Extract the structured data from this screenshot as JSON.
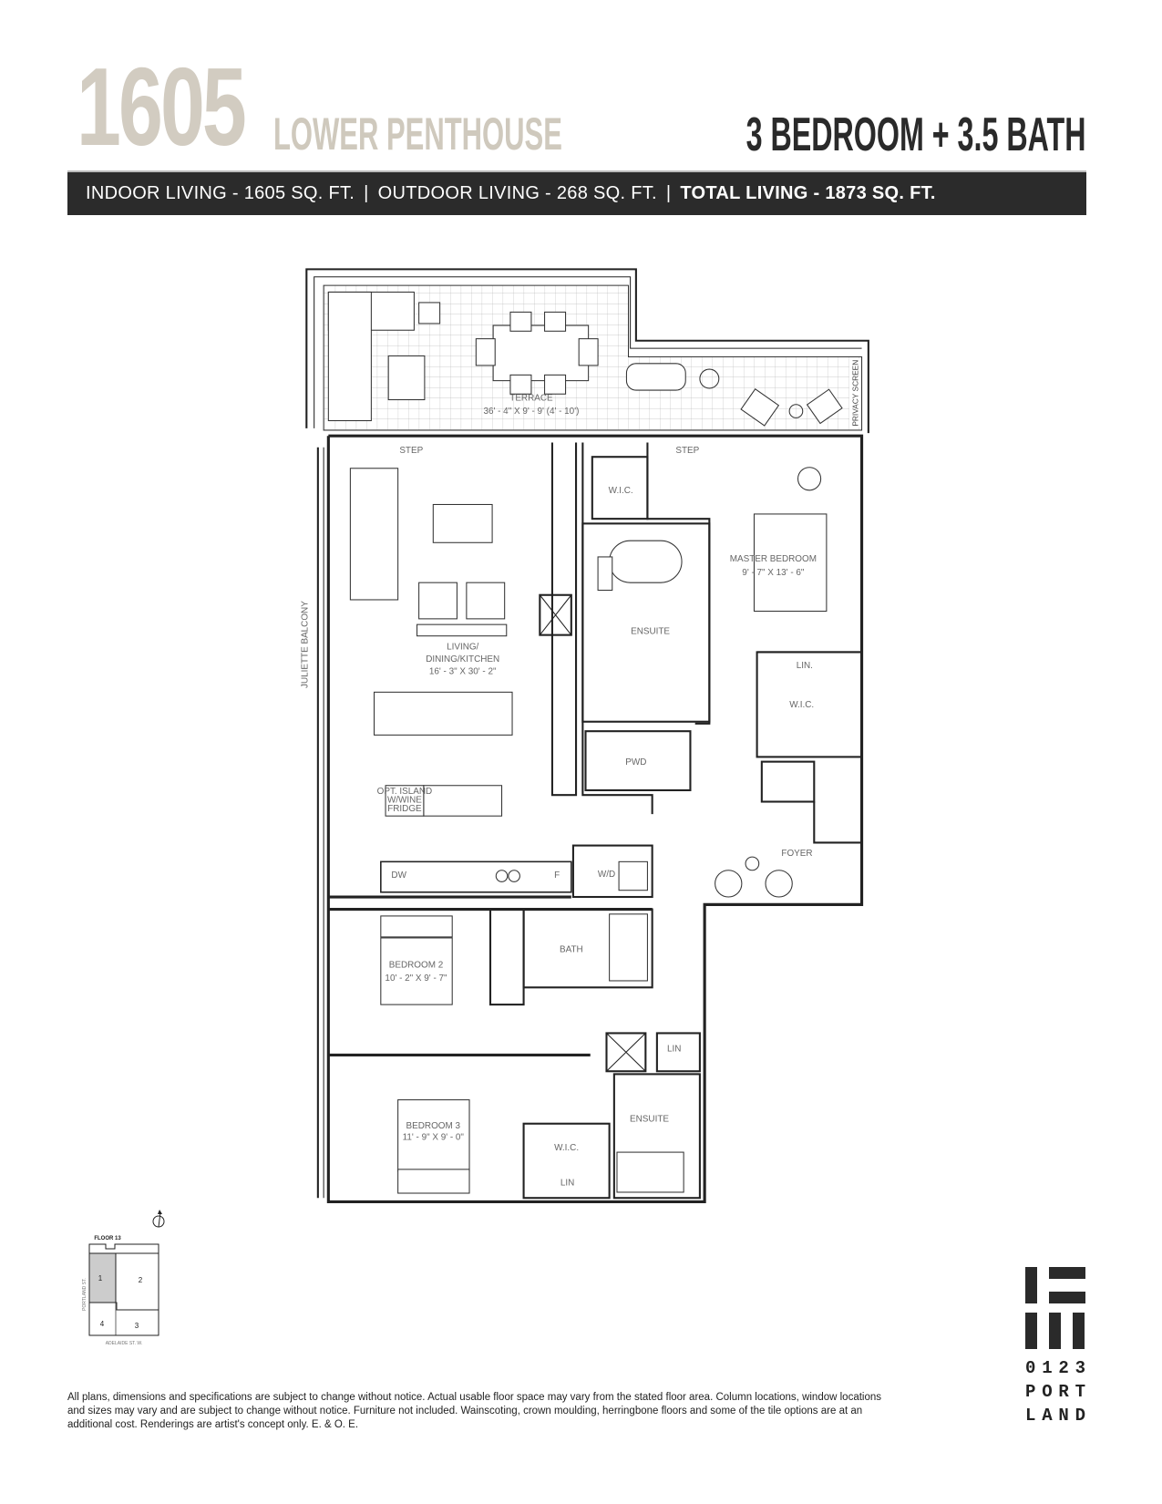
{
  "header": {
    "unit_number": "1605",
    "unit_type": "LOWER PENTHOUSE",
    "bed_bath": "3 BEDROOM + 3.5 BATH"
  },
  "area_bar": {
    "indoor": "INDOOR LIVING - 1605 SQ. FT.",
    "outdoor": "OUTDOOR LIVING - 268  SQ. FT.",
    "total": "TOTAL LIVING - 1873  SQ. FT.",
    "separator": "|"
  },
  "plan": {
    "terrace": {
      "name": "TERRACE",
      "dims": "36' - 4\" X 9' - 9' (4' - 10')"
    },
    "privacy_screen": "PRIVACY SCREEN",
    "juliette_balcony": "JULIETTE BALCONY",
    "step": "STEP",
    "living": {
      "line1": "LIVING/",
      "line2": "DINING/KITCHEN",
      "dims": "16' - 3\" X 30' - 2\""
    },
    "opt_island": {
      "line1": "OPT. ISLAND",
      "line2": "W/WINE",
      "line3": "FRIDGE"
    },
    "dw": "DW",
    "fridge": "F",
    "master_wic": "W.I.C.",
    "master_bedroom": {
      "name": "MASTER BEDROOM",
      "dims": "9' - 7\" X 13' - 6\""
    },
    "ensuite_master": "ENSUITE",
    "lin_master": "LIN.",
    "wic_2": "W.I.C.",
    "pwd": "PWD",
    "foyer": "FOYER",
    "wd": "W/D",
    "bath": "BATH",
    "bedroom2": {
      "name": "BEDROOM 2",
      "dims": "10' - 2\" X 9' - 7\""
    },
    "lin_hall": "LIN",
    "bedroom3": {
      "name": "BEDROOM 3",
      "dims": "11' - 9\" X 9' - 0\""
    },
    "ensuite_b3": "ENSUITE",
    "wic_b3": "W.I.C.",
    "lin_b3": "LIN"
  },
  "keyplan": {
    "floor": "FLOOR 13",
    "units": [
      "1",
      "2",
      "3",
      "4"
    ],
    "street_west": "PORTLAND ST.",
    "street_south": "ADELAIDE ST. W.",
    "highlight": "#cccccc"
  },
  "disclaimer": "All plans, dimensions and specifications are subject to change without notice. Actual usable floor space may vary from the stated floor area. Column locations, window locations and sizes may vary and are subject to change without notice. Furniture not included. Wainscoting, crown moulding, herringbone floors and some of the tile options are at an additional cost. Renderings are artist's concept only. E. & O. E.",
  "logo": {
    "row1": [
      "0",
      "1",
      "2",
      "3"
    ],
    "row2": [
      "P",
      "O",
      "R",
      "T"
    ],
    "row3": [
      "L",
      "A",
      "N",
      "D"
    ]
  },
  "colors": {
    "accent": "#d2ccc1",
    "bar": "#2b2b2b"
  }
}
